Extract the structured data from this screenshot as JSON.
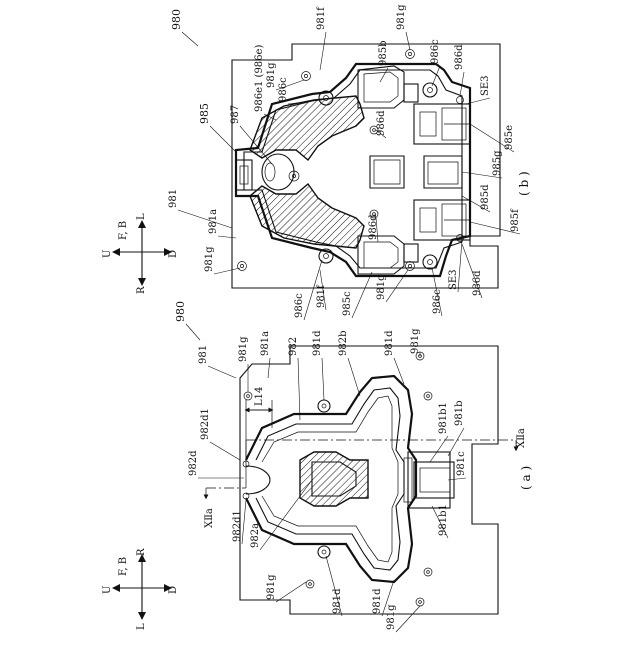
{
  "figure": {
    "panel_a_caption": "( a )",
    "panel_b_caption": "( b )",
    "section_label_top": "ⅩⅡa",
    "section_label_bottom": "ⅩⅡa"
  },
  "compass_a": {
    "up": "U",
    "fb": "F, B",
    "left": "L",
    "right": "R",
    "down": "D"
  },
  "compass_b": {
    "up": "U",
    "fb": "F, B",
    "left": "L",
    "right": "R",
    "down": "D"
  },
  "labels_a": [
    "980",
    "981",
    "981g",
    "981a",
    "982",
    "981d",
    "982b",
    "981d",
    "981g",
    "L14",
    "982d1",
    "982d",
    "982d1",
    "982a",
    "981b1",
    "981b",
    "981c",
    "981b1",
    "981g",
    "981d",
    "981d",
    "981g"
  ],
  "labels_b": [
    "980",
    "981f",
    "981g",
    "985b",
    "986c",
    "986d",
    "SE3",
    "985e",
    "986e1 (986e)",
    "981g",
    "986c",
    "987",
    "985",
    "986d",
    "985g",
    "985d",
    "981",
    "981a",
    "986d",
    "985f",
    "981g",
    "986c",
    "981f",
    "985c",
    "981g",
    "986c",
    "SE3",
    "986d"
  ]
}
